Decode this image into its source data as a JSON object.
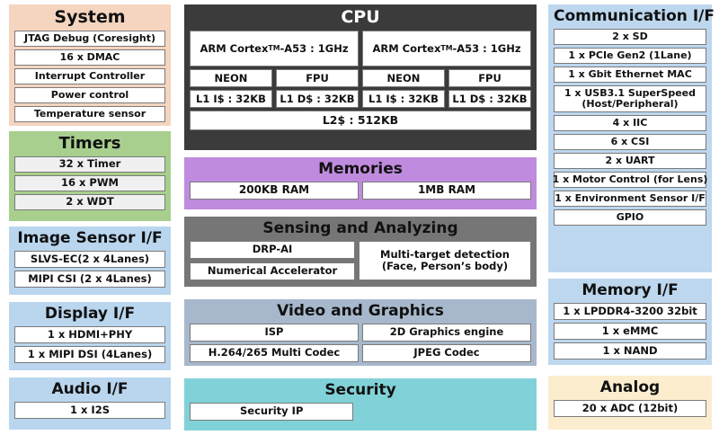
{
  "blocks": {
    "system": {
      "title": "System",
      "color": "#f5d5c0",
      "items": [
        "JTAG Debug (Coresight)",
        "16 x DMAC",
        "Interrupt Controller",
        "Power control",
        "Temperature sensor"
      ]
    },
    "timers": {
      "title": "Timers",
      "color": "#a8cf8e",
      "items": [
        "32 x Timer",
        "16 x PWM",
        "2 x WDT"
      ]
    },
    "image_sensor": {
      "title": "Image Sensor I/F",
      "color": "#b9d6ee",
      "items": [
        "SLVS-EC(2 x 4Lanes)",
        "MIPI CSI (2 x 4Lanes)"
      ]
    },
    "display": {
      "title": "Display I/F",
      "color": "#b9d6ee",
      "items": [
        "1 x HDMI+PHY",
        "1 x MIPI DSI (4Lanes)"
      ]
    },
    "audio": {
      "title": "Audio I/F",
      "color": "#b9d6ee",
      "items": [
        "1 x I2S"
      ]
    },
    "cpu": {
      "title": "CPU",
      "color": "#3b3b3b",
      "core_left": "ARM Cortex",
      "core_tm": "TM",
      "core_right": "-A53  : 1GHz",
      "core_full": "ARM Cortex™-A53  : 1GHz",
      "units": [
        "NEON",
        "FPU",
        "NEON",
        "FPU"
      ],
      "l1": [
        "L1 I$ : 32KB",
        "L1 D$ : 32KB",
        "L1 I$ : 32KB",
        "L1 D$ : 32KB"
      ],
      "l2": "L2$ : 512KB"
    },
    "memories": {
      "title": "Memories",
      "color": "#bf8bde",
      "items": [
        "200KB RAM",
        "1MB RAM"
      ]
    },
    "sensing": {
      "title": "Sensing and Analyzing",
      "color": "#767676",
      "left_items": [
        "DRP-AI",
        "Numerical Accelerator"
      ],
      "right_item": "Multi-target detection\n(Face, Person’s body)"
    },
    "video": {
      "title": "Video and Graphics",
      "color": "#a7b8cc",
      "items": [
        "ISP",
        "2D Graphics engine",
        "H.264/265 Multi Codec",
        "JPEG Codec"
      ]
    },
    "security": {
      "title": "Security",
      "color": "#80d2d8",
      "items": [
        "Security IP"
      ]
    },
    "communication": {
      "title": "Communication I/F",
      "color": "#bdd7ee",
      "items": [
        "2 x SD",
        "1 x PCIe Gen2 (1Lane)",
        "1 x Gbit Ethernet MAC",
        "1 x USB3.1 SuperSpeed\n(Host/Peripheral)",
        "4 x IIC",
        "6 x CSI",
        "2 x UART",
        "1 x Motor Control (for Lens)",
        "1 x Environment Sensor I/F",
        "GPIO"
      ]
    },
    "memory_if": {
      "title": "Memory I/F",
      "color": "#bdd7ee",
      "items": [
        "1 x LPDDR4-3200 32bit",
        "1 x eMMC",
        "1 x NAND"
      ]
    },
    "analog": {
      "title": "Analog",
      "color": "#fcedcf",
      "items": [
        "20 x ADC (12bit)"
      ]
    }
  }
}
